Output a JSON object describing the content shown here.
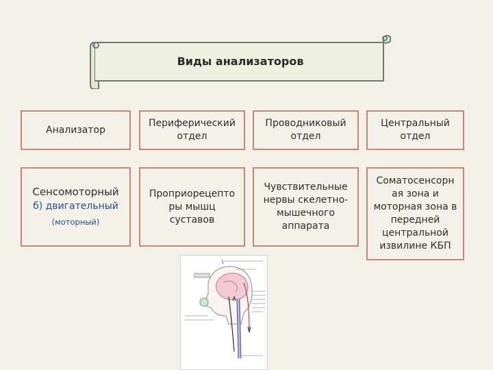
{
  "title": "Виды анализаторов",
  "table": {
    "headers": [
      "Анализатор",
      "Периферический отдел",
      "Проводниковый отдел",
      "Центральный отдел"
    ],
    "row": {
      "analyzer_line1": "Сенсомоторный",
      "analyzer_line2": "б) двигательный",
      "analyzer_line3": "(моторный)",
      "peripheral": "Проприорецепто ры мышц суставов",
      "conductive": "Чувствительные нервы скелетно-мышечного аппарата",
      "central": "Соматосенсорн ая зона и моторная зона в передней центральной извилине КБП"
    }
  },
  "colors": {
    "background": "#f3f1e7",
    "cell_border": "#c9847a",
    "scroll_fill": "#eef0e0",
    "scroll_border": "#6b7a6f",
    "accent_blue": "#1f4f8f"
  }
}
